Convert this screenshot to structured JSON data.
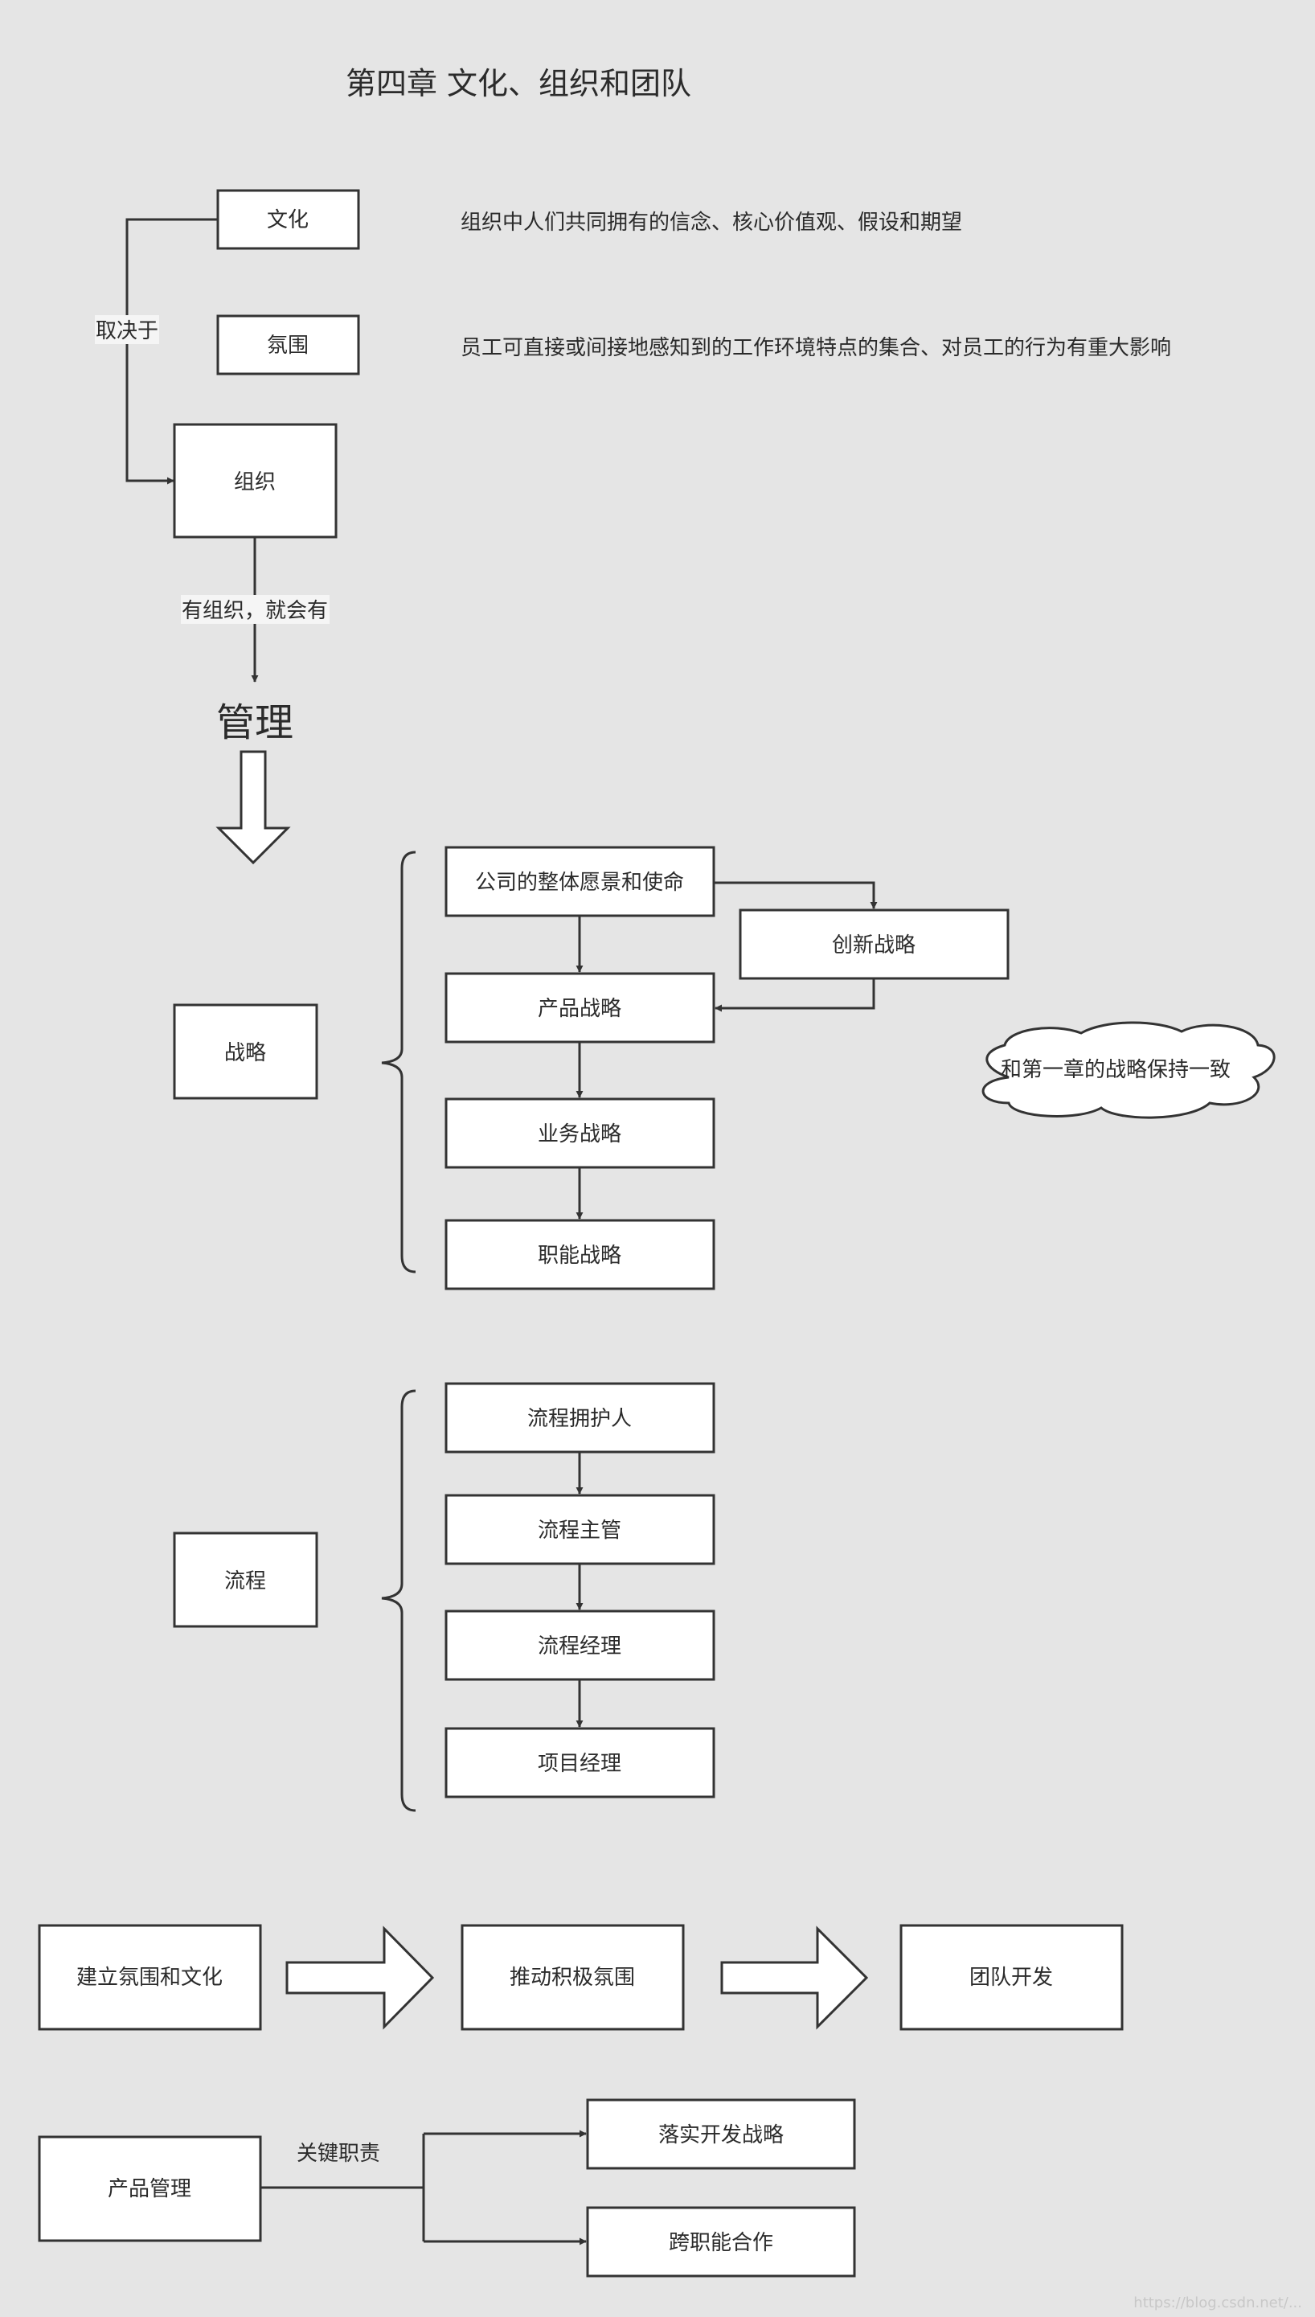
{
  "title": "第四章 文化、组织和团队",
  "nodes": {
    "culture": "文化",
    "atmosphere": "氛围",
    "organization": "组织",
    "management": "管理",
    "strategy": "战略",
    "vision": "公司的整体愿景和使命",
    "innovation": "创新战略",
    "product_strategy": "产品战略",
    "business_strategy": "业务战略",
    "functional_strategy": "职能战略",
    "strategy_note": "和第一章的战略保持一致",
    "process": "流程",
    "process_owner": "流程拥护人",
    "process_director": "流程主管",
    "process_manager": "流程经理",
    "project_manager": "项目经理",
    "build_culture": "建立氛围和文化",
    "promote_atmosphere": "推动积极氛围",
    "team_development": "团队开发",
    "product_management": "产品管理",
    "implement_strategy": "落实开发战略",
    "cross_functional": "跨职能合作"
  },
  "descriptions": {
    "culture": "组织中人们共同拥有的信念、核心价值观、假设和期望",
    "atmosphere": "员工可直接或间接地感知到的工作环境特点的集合、对员工的行为有重大影响"
  },
  "edge_labels": {
    "depends_on": "取决于",
    "with_org_management": "有组织，就会有",
    "key_responsibilities": "关键职责"
  },
  "watermark": "https://blog.csdn.net/..."
}
